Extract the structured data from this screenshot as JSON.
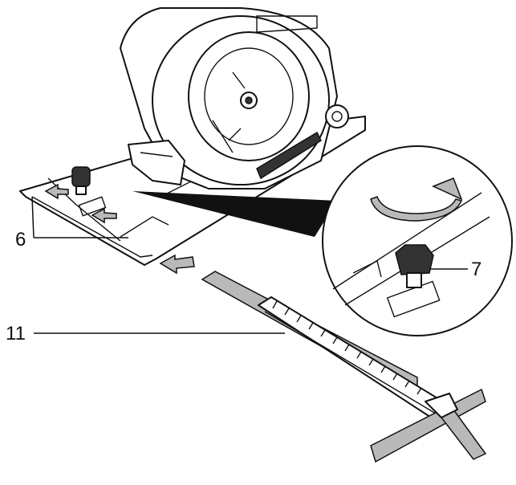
{
  "figure": {
    "callouts": [
      {
        "id": "6",
        "label": "6"
      },
      {
        "id": "7",
        "label": "7"
      },
      {
        "id": "11",
        "label": "11"
      }
    ]
  }
}
